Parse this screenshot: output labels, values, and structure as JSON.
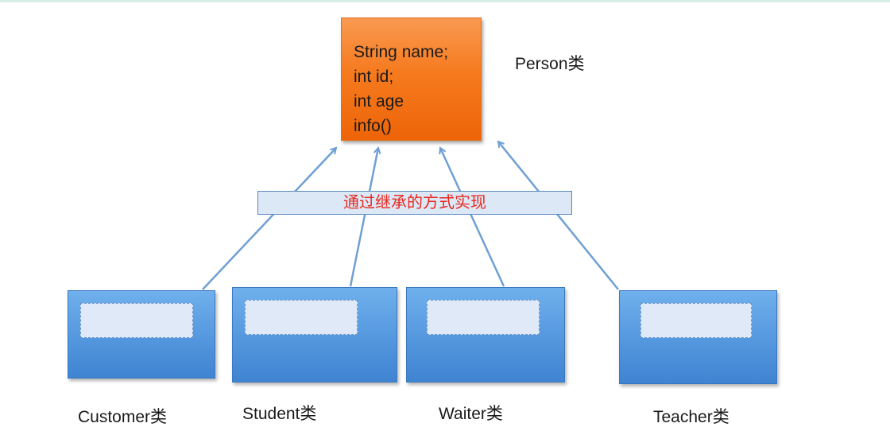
{
  "parent": {
    "fields": [
      "String name;",
      "int id;",
      "int age",
      "info()"
    ],
    "label": "Person类"
  },
  "banner": {
    "text": "通过继承的方式实现"
  },
  "children": [
    {
      "label": "Customer类"
    },
    {
      "label": "Student类"
    },
    {
      "label": "Waiter类"
    },
    {
      "label": "Teacher类"
    }
  ],
  "colors": {
    "parent_fill": "#f67a1e",
    "child_fill": "#5497de",
    "arrow": "#6fa0d4",
    "banner_text": "#e8281e",
    "banner_fill": "#dce8f6"
  }
}
